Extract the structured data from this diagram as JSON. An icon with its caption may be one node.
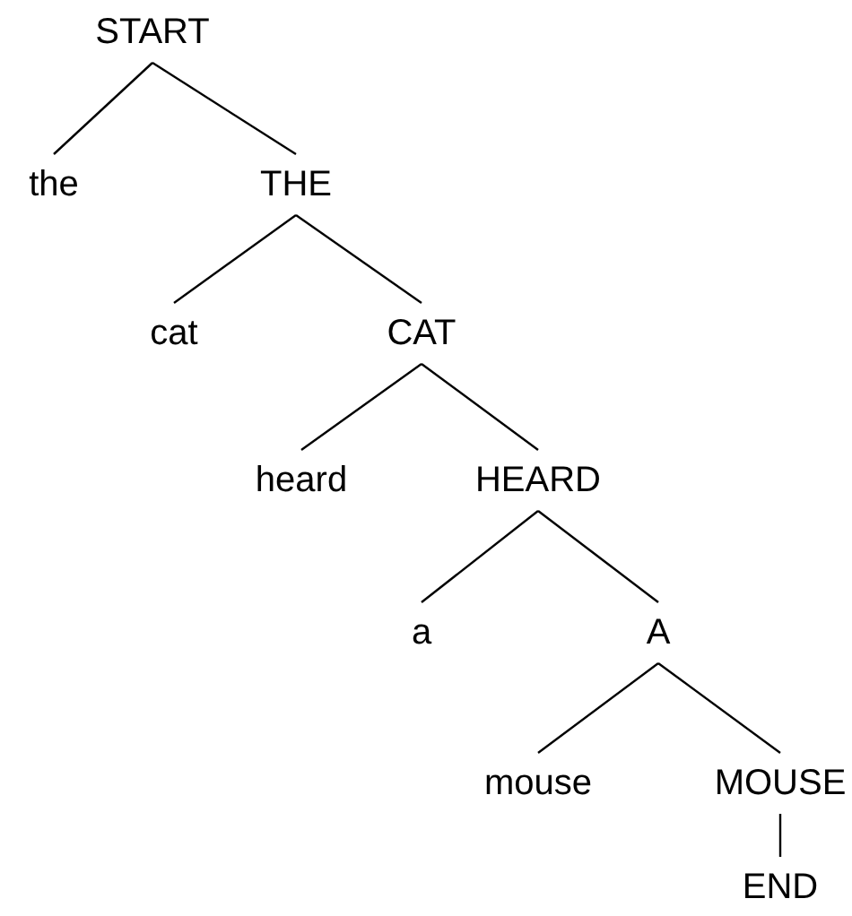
{
  "diagram": {
    "nodes": [
      {
        "text": [
          "START"
        ]
      },
      {
        "text": [
          "the"
        ]
      },
      {
        "text": [
          "THE"
        ]
      },
      {
        "text": [
          "cat"
        ]
      },
      {
        "text": [
          "CAT"
        ]
      },
      {
        "text": [
          "heard"
        ]
      },
      {
        "text": [
          "HEARD"
        ]
      },
      {
        "text": [
          "a"
        ]
      },
      {
        "text": [
          "A"
        ]
      },
      {
        "text": [
          "mouse"
        ]
      },
      {
        "text": [
          "MOUSE"
        ]
      },
      {
        "text": [
          "END"
        ]
      }
    ],
    "edges": [
      {
        "from": 0,
        "to": 1,
        "arrow": "none"
      },
      {
        "from": 0,
        "to": 2,
        "arrow": "none"
      },
      {
        "from": 2,
        "to": 3,
        "arrow": "none"
      },
      {
        "from": 2,
        "to": 4,
        "arrow": "none"
      },
      {
        "from": 4,
        "to": 5,
        "arrow": "none"
      },
      {
        "from": 4,
        "to": 6,
        "arrow": "none"
      },
      {
        "from": 6,
        "to": 7,
        "arrow": "none"
      },
      {
        "from": 6,
        "to": 8,
        "arrow": "none"
      },
      {
        "from": 8,
        "to": 9,
        "arrow": "none"
      },
      {
        "from": 8,
        "to": 10,
        "arrow": "none"
      },
      {
        "from": 10,
        "to": 11,
        "arrow": "none"
      }
    ]
  }
}
